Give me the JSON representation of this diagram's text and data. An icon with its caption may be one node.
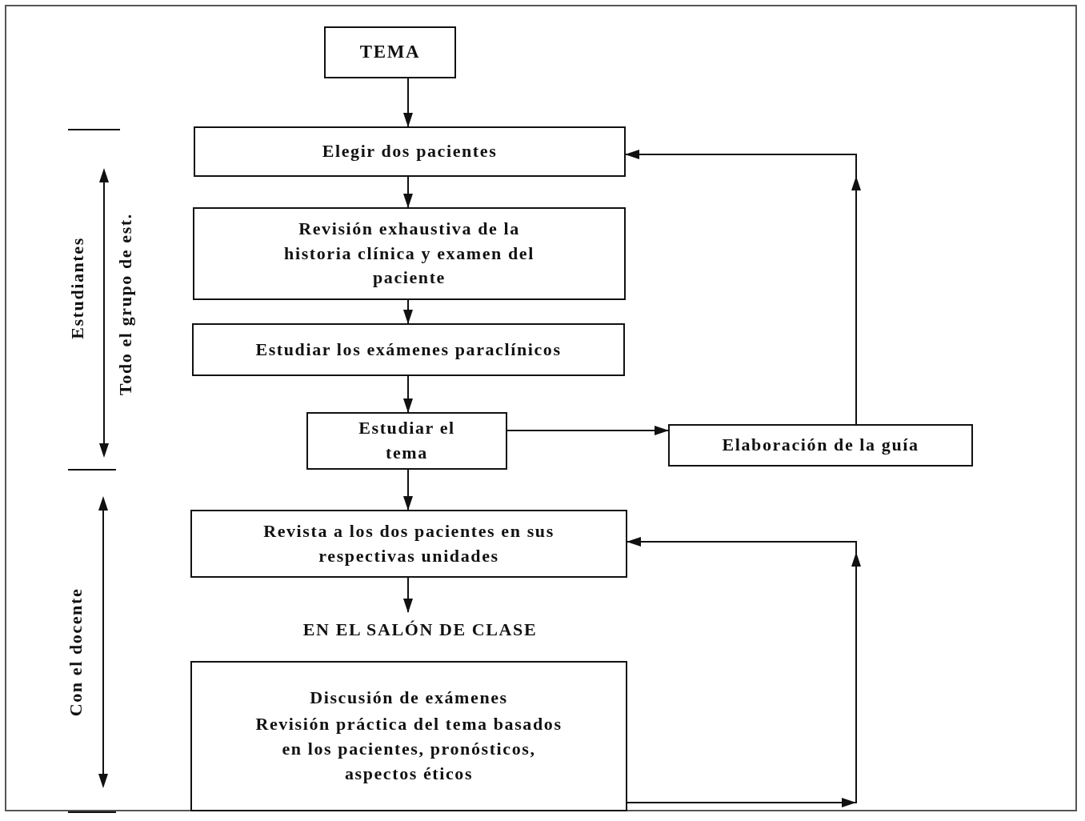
{
  "diagram": {
    "nodes": [
      {
        "text": [
          "TEMA"
        ]
      },
      {
        "text": [
          "Elegir dos pacientes"
        ]
      },
      {
        "text": [
          "Revisión exhaustiva de la historia clínica y examen del paciente"
        ]
      },
      {
        "text": [
          "Estudiar los exámenes paraclínicos"
        ]
      },
      {
        "text": [
          "Estudiar el tema"
        ]
      },
      {
        "text": [
          "Elaboración de la guía"
        ]
      },
      {
        "text": [
          "Revista a los dos pacientes en sus respectivas unidades"
        ]
      },
      {
        "text": [
          "EN EL SALÓN DE CLASE"
        ]
      },
      {
        "text": [
          "Discusión de exámenes",
          "Revisión práctica del tema basados en los pacientes, pronósticos, aspectos éticos"
        ]
      }
    ],
    "edges": [
      {
        "from": 0,
        "to": 1,
        "arrow": "to"
      },
      {
        "from": 1,
        "to": 2,
        "arrow": "to"
      },
      {
        "from": 2,
        "to": 3,
        "arrow": "to"
      },
      {
        "from": 3,
        "to": 4,
        "arrow": "to"
      },
      {
        "from": 4,
        "to": 5,
        "arrow": "to"
      },
      {
        "from": 5,
        "to": 1,
        "arrow": "to"
      },
      {
        "from": 4,
        "to": 6,
        "arrow": "to"
      },
      {
        "from": 6,
        "to": 7,
        "arrow": "to"
      },
      {
        "from": 8,
        "to": 6,
        "arrow": "to"
      }
    ],
    "labels": [
      "Estudiantes",
      "Todo el grupo de est.",
      "Con el docente"
    ]
  }
}
